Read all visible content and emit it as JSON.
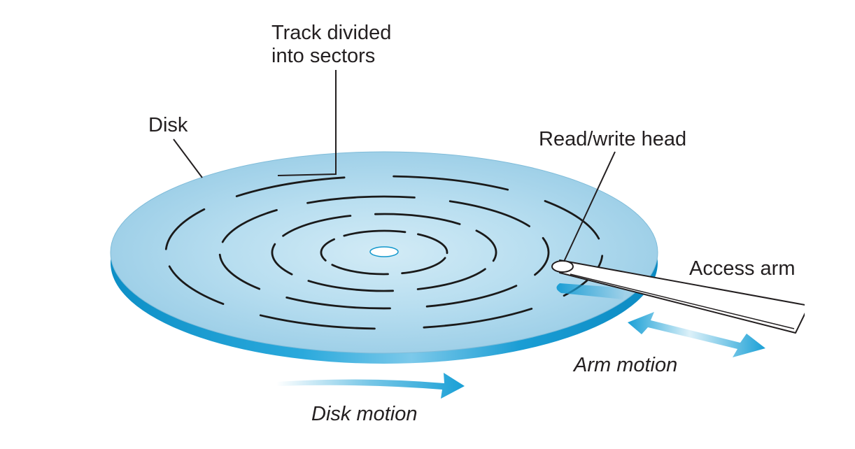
{
  "labels": {
    "track_line1": "Track divided",
    "track_line2": "into sectors",
    "disk": "Disk",
    "read_write_head": "Read/write head",
    "access_arm": "Access arm",
    "arm_motion": "Arm motion",
    "disk_motion": "Disk motion"
  },
  "colors": {
    "disk_surface": "#a9d6ec",
    "disk_center_highlight": "#cfe9f4",
    "disk_edge": "#1197cc",
    "motion_arrow": "#1aa0d6",
    "track_lines": "#1a1a1a",
    "text": "#231f20"
  }
}
